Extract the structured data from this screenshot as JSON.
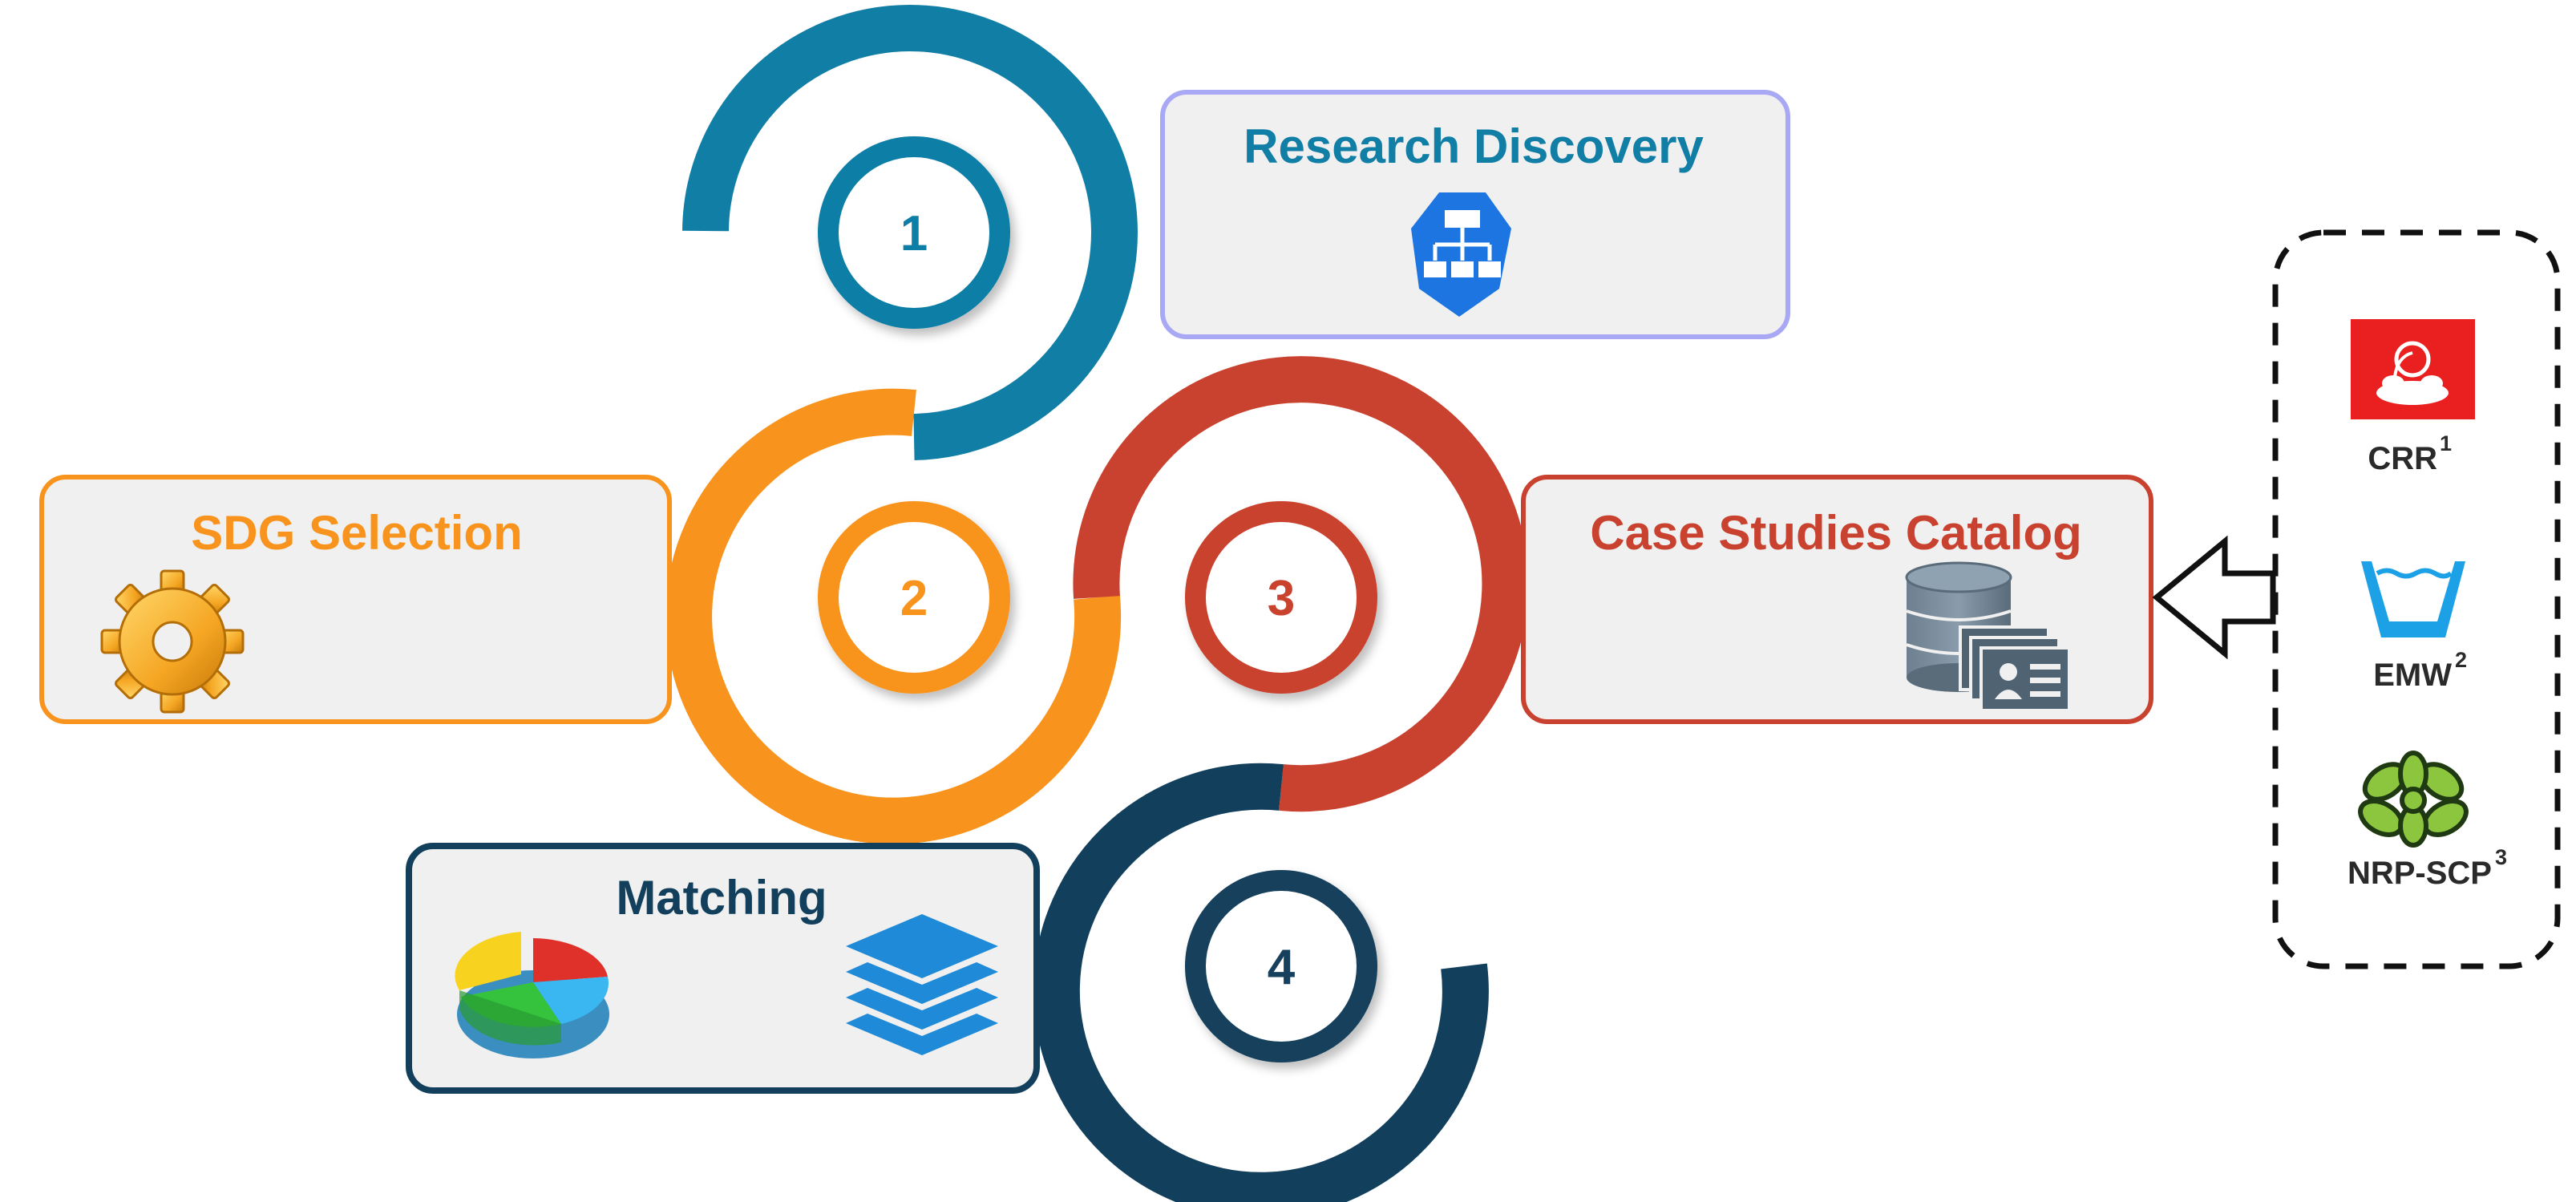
{
  "steps": [
    {
      "number": "1",
      "label": "Research Discovery",
      "color": "#117ea6",
      "icon": "workflow-icon"
    },
    {
      "number": "2",
      "label": "SDG Selection",
      "color": "#f8941d",
      "icon": "gear-icon"
    },
    {
      "number": "3",
      "label": "Case Studies Catalog",
      "color": "#c9422f",
      "icon": "database-card-icon"
    },
    {
      "number": "4",
      "label": "Matching",
      "color": "#123f5c",
      "icons": [
        "pie-chart-icon",
        "layers-icon"
      ]
    }
  ],
  "sources": [
    {
      "label": "CRR",
      "sup": "1",
      "icon": "crr-icon"
    },
    {
      "label": "EMW",
      "sup": "2",
      "icon": "water-basin-icon"
    },
    {
      "label": "NRP-SCP",
      "sup": "3",
      "icon": "leaf-icon"
    }
  ],
  "colors": {
    "step1": "#117ea6",
    "step2": "#f8941d",
    "step3": "#c9422f",
    "step4": "#123f5c",
    "box1_border": "#a8a8f4",
    "box_fill": "#f0f0f0"
  }
}
